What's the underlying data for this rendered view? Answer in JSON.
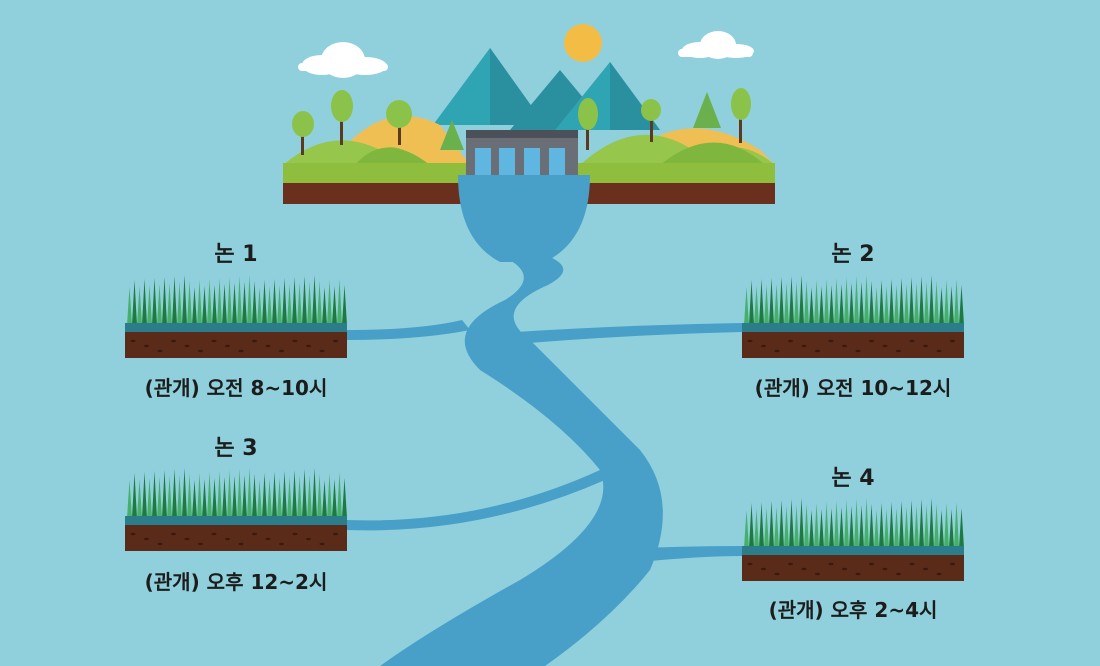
{
  "fields": [
    {
      "title": "논 1",
      "schedule": "(관개) 오전 8~10시"
    },
    {
      "title": "논 2",
      "schedule": "(관개) 오전 10~12시"
    },
    {
      "title": "논 3",
      "schedule": "(관개) 오후 12~2시"
    },
    {
      "title": "논 4",
      "schedule": "(관개) 오후 2~4시"
    }
  ],
  "colors": {
    "sky": "#8fd0dc",
    "river": "#48a0c8",
    "grass_light": "#46b06a",
    "grass_dark": "#1f7a3f",
    "water_band": "#2b7d8c",
    "soil": "#5b2b1a",
    "sun": "#f3bd45",
    "mountain": "#2fa4b3"
  }
}
